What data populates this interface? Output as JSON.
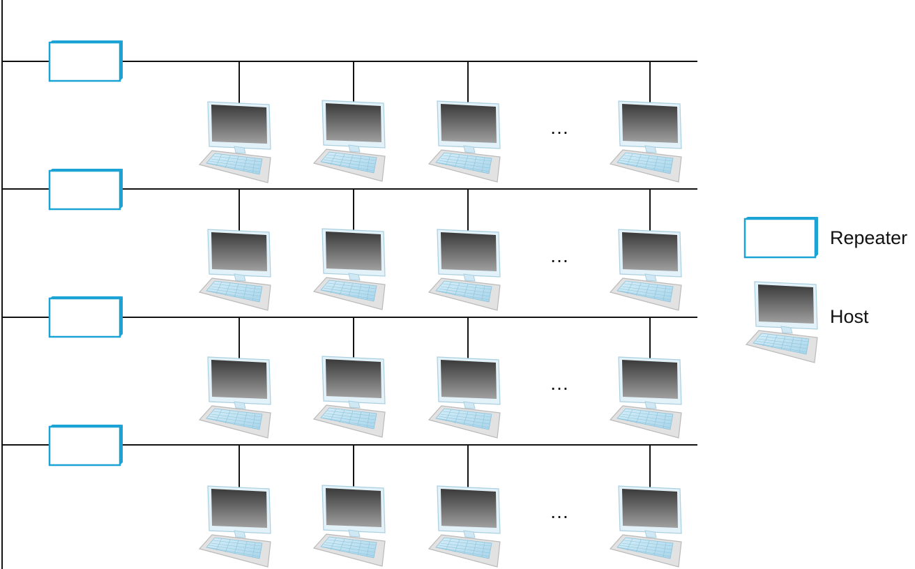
{
  "diagram": {
    "segments": [
      {
        "id": "segment-1",
        "hosts_shown": 4,
        "ellipsis": "…"
      },
      {
        "id": "segment-2",
        "hosts_shown": 4,
        "ellipsis": "…"
      },
      {
        "id": "segment-3",
        "hosts_shown": 4,
        "ellipsis": "…"
      },
      {
        "id": "segment-4",
        "hosts_shown": 4,
        "ellipsis": "…"
      }
    ],
    "colors": {
      "repeater_accent": "#1ba3d6",
      "line": "#111111",
      "screen_dark": "#3a3a3a",
      "screen_light": "#9a9a9a",
      "bezel": "#cfe6f2",
      "keyboard": "#bfe0f0",
      "base": "#dcdcdc"
    }
  },
  "legend": {
    "repeater_label": "Repeater",
    "host_label": "Host"
  }
}
